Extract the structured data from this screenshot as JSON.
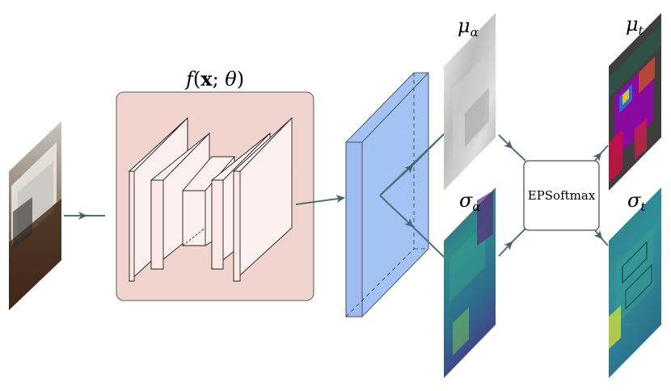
{
  "labels": {
    "network": {
      "f": "f",
      "open": "(",
      "x": "x",
      "sep": "; ",
      "theta": "θ",
      "close": ")"
    },
    "mu_alpha": {
      "base": "μ",
      "sub": "α"
    },
    "sigma_alpha": {
      "base": "σ",
      "sub": "α"
    },
    "mu_t": {
      "base": "μ",
      "sub": "t"
    },
    "sigma_t": {
      "base": "σ",
      "sub": "t"
    },
    "softmax_box": "EPSoftmax"
  },
  "colors": {
    "network_box_fill": "#f2d4cf",
    "feature_map_fill": "#a4c3f5",
    "arrow_color": "#4c7178",
    "sigma_map_base": "#2c7b8c"
  }
}
